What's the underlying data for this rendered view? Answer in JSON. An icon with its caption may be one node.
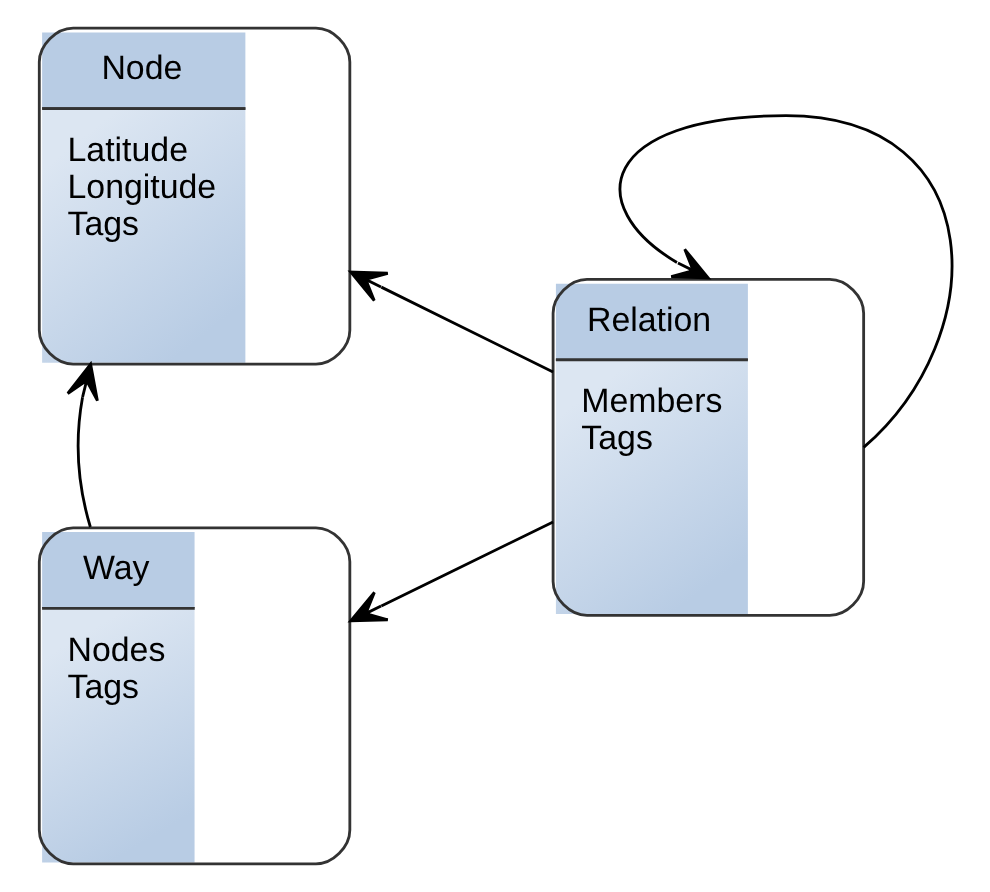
{
  "diagram": {
    "nodes": [
      {
        "text": [
          "Node",
          "Latitude Longitude Tags"
        ]
      },
      {
        "text": [
          "Way",
          "Nodes Tags"
        ]
      },
      {
        "text": [
          "Relation",
          "Members Tags"
        ]
      }
    ],
    "edges": [
      {
        "from": 1,
        "to": 0,
        "arrow": "to"
      },
      {
        "from": 2,
        "to": 0,
        "arrow": "to"
      },
      {
        "from": 2,
        "to": 1,
        "arrow": "to"
      },
      {
        "from": 2,
        "to": 2,
        "arrow": "to"
      }
    ]
  }
}
